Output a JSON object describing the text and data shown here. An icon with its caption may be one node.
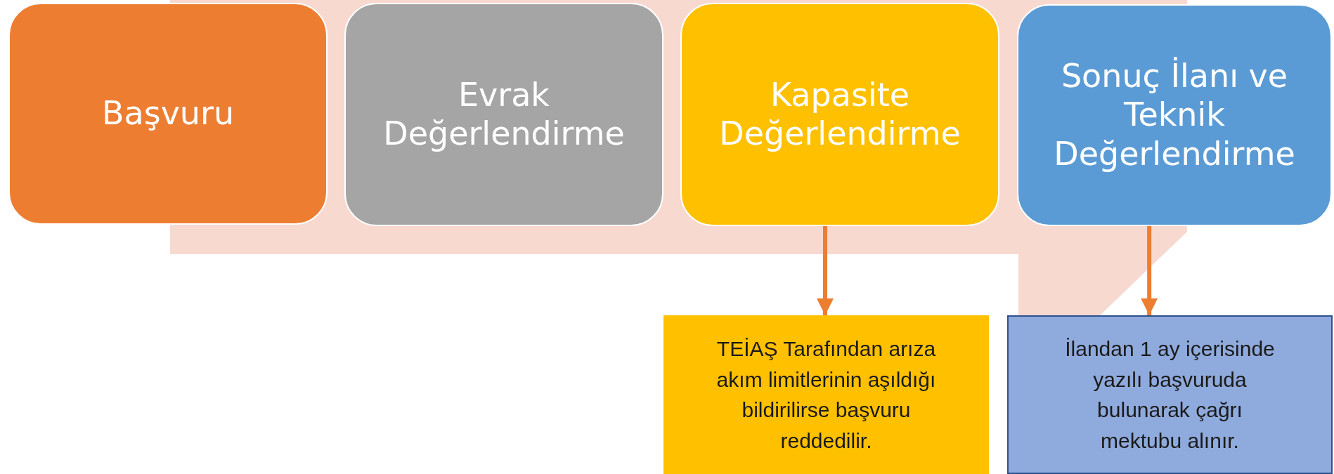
{
  "diagram": {
    "nodes": [
      {
        "text": [
          "Başvuru"
        ]
      },
      {
        "text": [
          "Evrak Değerlendirme"
        ]
      },
      {
        "text": [
          "Kapasite Değerlendirme"
        ]
      },
      {
        "text": [
          "Sonuç İlanı ve Teknik Değerlendirme"
        ]
      },
      {
        "text": [
          "TEİAŞ Tarafından arıza akım limitlerinin aşıldığı bildirilirse başvuru reddedilir."
        ]
      },
      {
        "text": [
          "İlandan 1 ay içerisinde yazılı başvuruda bulunarak çağrı mektubu alınır."
        ]
      }
    ],
    "edges": [
      {
        "from": 2,
        "to": 4,
        "arrow": "to"
      },
      {
        "from": 3,
        "to": 5,
        "arrow": "to"
      },
      {
        "from": 0,
        "to": 5,
        "arrow": "none",
        "style": "thick",
        "color": "#f8d9cf"
      }
    ]
  }
}
